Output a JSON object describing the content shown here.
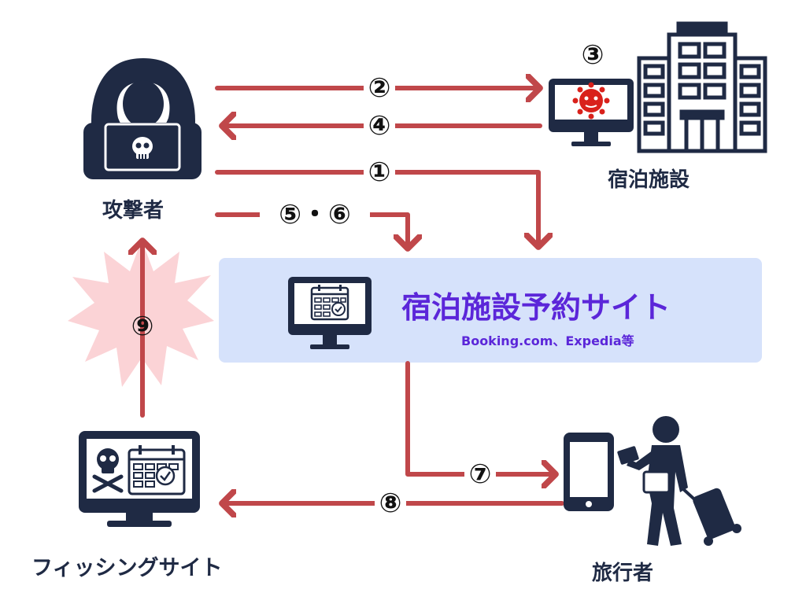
{
  "actors": {
    "attacker": "攻撃者",
    "hotel": "宿泊施設",
    "traveler": "旅行者",
    "phishing": "フィッシングサイト"
  },
  "booking_site": {
    "title": "宿泊施設予約サイト",
    "subtitle": "Booking.com、Expedia等"
  },
  "steps": {
    "s1": "①",
    "s2": "②",
    "s3": "③",
    "s4": "④",
    "s56": "⑤・⑥",
    "s7": "⑦",
    "s8": "⑧",
    "s9": "⑨"
  },
  "colors": {
    "arrow": "#c0474a",
    "navy": "#1f2a44",
    "accent_purple": "#5b26d9",
    "panel_bg": "#d6e2fb",
    "burst": "#fbd3d6",
    "virus": "#d9211b"
  },
  "icons": [
    "hacker-icon",
    "hotel-building-icon",
    "virus-monitor-icon",
    "calendar-monitor-icon",
    "phishing-monitor-icon",
    "smartphone-icon",
    "traveler-icon",
    "burst-icon"
  ]
}
